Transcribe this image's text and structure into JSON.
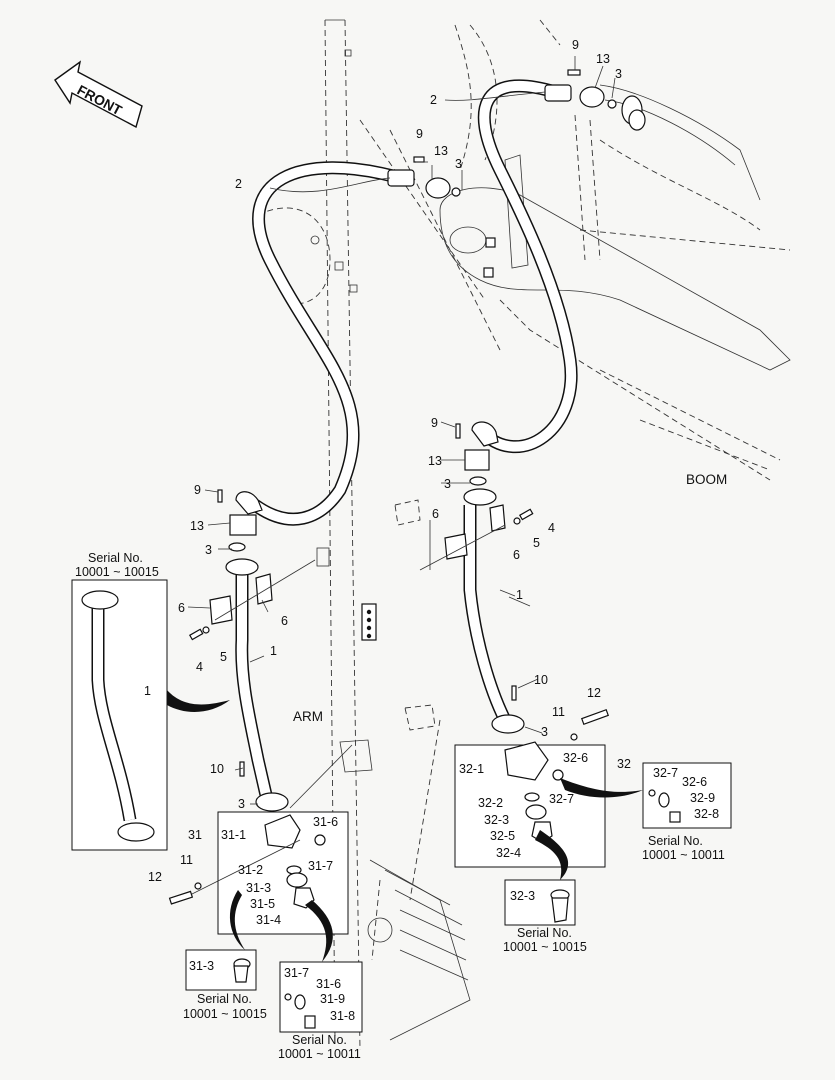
{
  "direction": {
    "front": "FRONT"
  },
  "areas": {
    "boom": "BOOM",
    "arm": "ARM"
  },
  "inset_captions": {
    "pipe_serial_label": "Serial No.",
    "pipe_serial_range": "10001 ~ 10015",
    "s31_3_serial_label": "Serial No.",
    "s31_3_serial_range": "10001 ~ 10015",
    "s31_7_serial_label": "Serial No.",
    "s31_7_serial_range": "10001 ~ 10011",
    "s32_3_serial_label": "Serial No.",
    "s32_3_serial_range": "10001 ~ 10015",
    "s32_7_serial_label": "Serial No.",
    "s32_7_serial_range": "10001 ~ 10011"
  },
  "callouts": {
    "c9a": "9",
    "c13a": "13",
    "c3a": "3",
    "c2a": "2",
    "c9b": "9",
    "c13b": "13",
    "c3b": "3",
    "c2b": "2",
    "c9c": "9",
    "c13c": "13",
    "c3c": "3",
    "c9d": "9",
    "c13d": "13",
    "c3d": "3",
    "c6a": "6",
    "c4a": "4",
    "c5a": "5",
    "c6b": "6",
    "c1a": "1",
    "c6c": "6",
    "c6d": "6",
    "c4b": "4",
    "c5b": "5",
    "c1b": "1",
    "c1c": "1",
    "c10a": "10",
    "c3e": "3",
    "c31": "31",
    "c31_1": "31-1",
    "c31_6": "31-6",
    "c31_2": "31-2",
    "c31_7": "31-7",
    "c31_3": "31-3",
    "c31_5": "31-5",
    "c31_4": "31-4",
    "c11a": "11",
    "c12a": "12",
    "c10b": "10",
    "c12b": "12",
    "c11b": "11",
    "c3f": "3",
    "c32": "32",
    "c32_1": "32-1",
    "c32_6": "32-6",
    "c32_7": "32-7",
    "c32_2": "32-2",
    "c32_3": "32-3",
    "c32_5": "32-5",
    "c32_4": "32-4",
    "i32_7": "32-7",
    "i32_6": "32-6",
    "i32_9": "32-9",
    "i32_8": "32-8",
    "i32_3": "32-3",
    "i31_3": "31-3",
    "i31_7": "31-7",
    "i31_6": "31-6",
    "i31_9": "31-9",
    "i31_8": "31-8"
  }
}
